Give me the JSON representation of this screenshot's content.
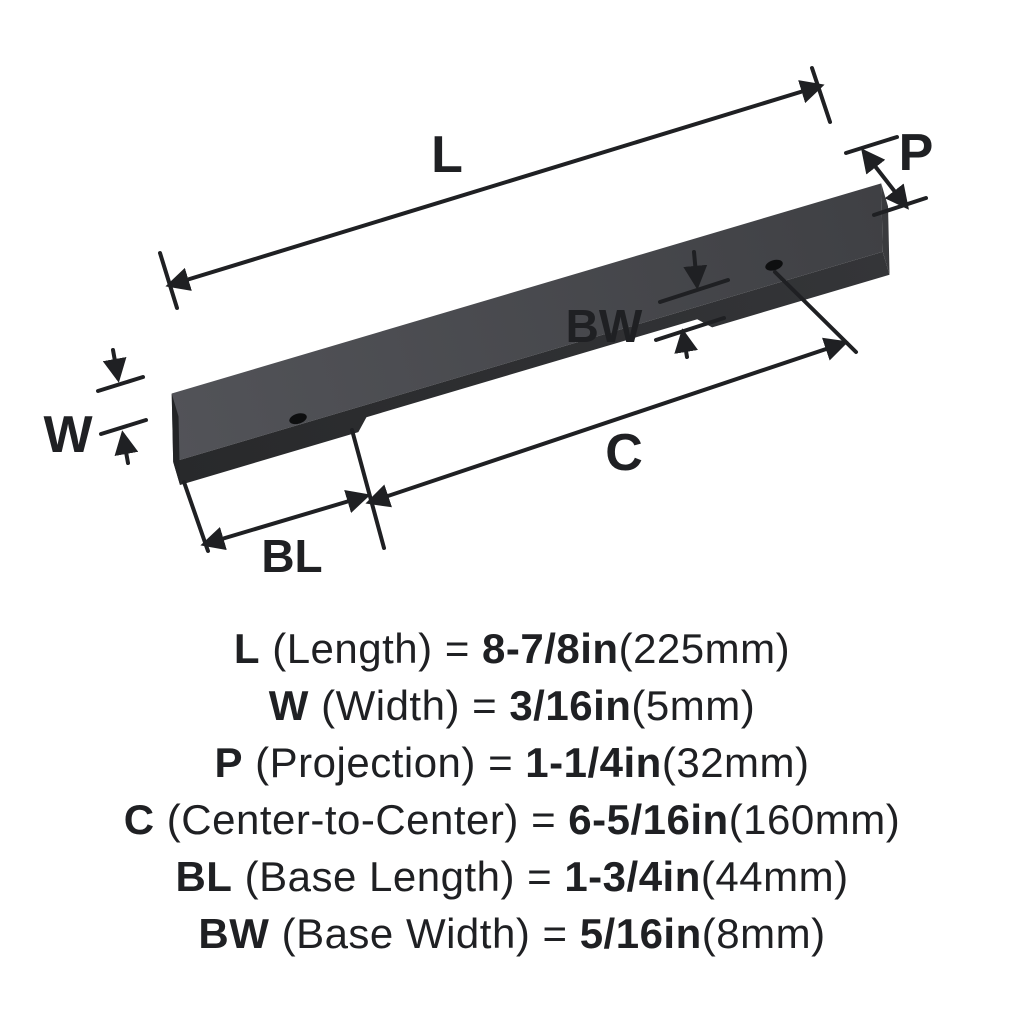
{
  "diagram": {
    "labels": {
      "L": "L",
      "P": "P",
      "W": "W",
      "BW": "BW",
      "C": "C",
      "BL": "BL"
    }
  },
  "specs": [
    {
      "code": "L",
      "name": "(Length)",
      "eq": "=",
      "inch": "8-7/8in",
      "metric": "(225mm)"
    },
    {
      "code": "W",
      "name": "(Width)",
      "eq": "=",
      "inch": "3/16in",
      "metric": "(5mm)"
    },
    {
      "code": "P",
      "name": "(Projection)",
      "eq": "=",
      "inch": "1-1/4in",
      "metric": "(32mm)"
    },
    {
      "code": "C",
      "name": "(Center-to-Center)",
      "eq": "=",
      "inch": "6-5/16in",
      "metric": "(160mm)"
    },
    {
      "code": "BL",
      "name": "(Base Length)",
      "eq": "=",
      "inch": "1-3/4in",
      "metric": "(44mm)"
    },
    {
      "code": "BW",
      "name": "(Base Width)",
      "eq": "=",
      "inch": "5/16in",
      "metric": "(8mm)"
    }
  ],
  "colors": {
    "line": "#1f2023",
    "handle_top": "#4a4b4e",
    "handle_front": "#2c2d2f",
    "handle_end": "#232426",
    "hole": "#0e0f10",
    "background": "#ffffff"
  }
}
